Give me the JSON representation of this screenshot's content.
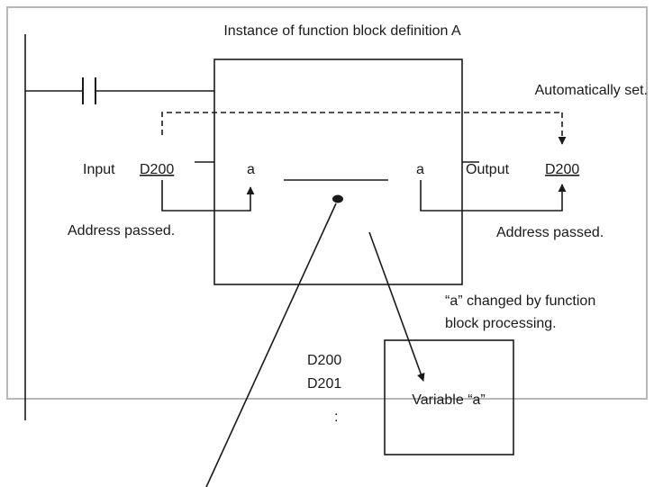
{
  "diagram": {
    "title": "Instance of function block definition A",
    "auto_set": "Automatically set.",
    "input_label": "Input",
    "input_address": "D200",
    "output_label": "Output",
    "output_address": "D200",
    "var_in": "a",
    "var_out": "a",
    "address_passed_left": "Address passed.",
    "address_passed_right": "Address passed.",
    "changed_note_line1": "“a” changed by function",
    "changed_note_line2": "block processing.",
    "memory_row1": "D200",
    "memory_row2": "D201",
    "memory_row3": ":",
    "variable_box": "Variable “a”"
  }
}
